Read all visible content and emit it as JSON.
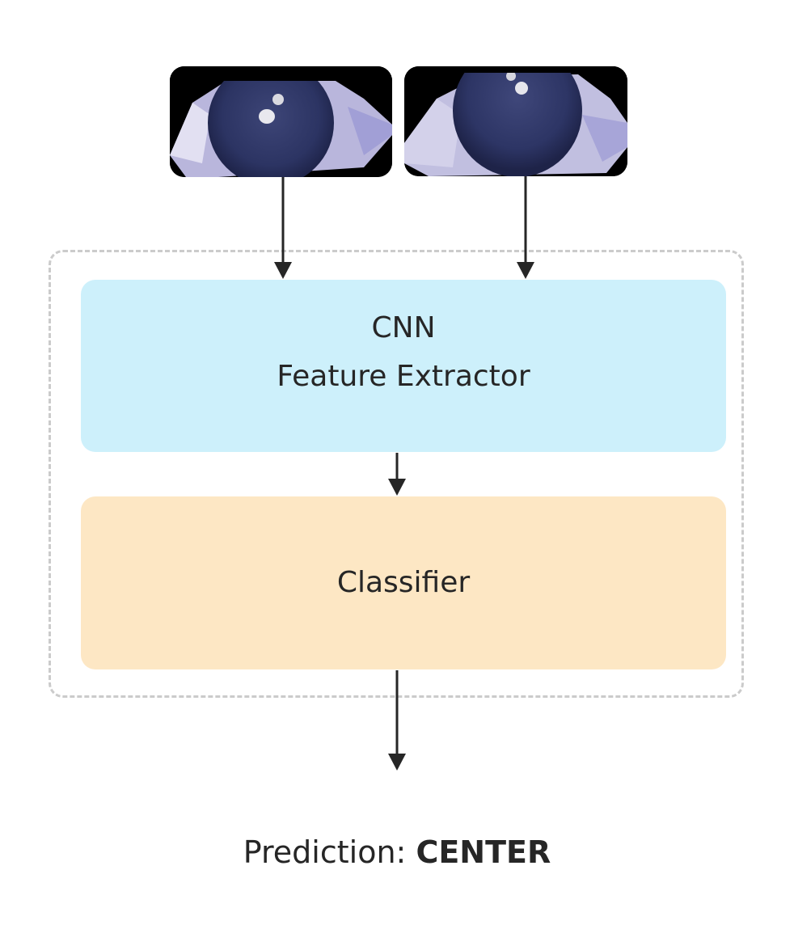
{
  "inputs": {
    "left_eye": {
      "icon": "left-eye-image"
    },
    "right_eye": {
      "icon": "right-eye-image"
    }
  },
  "cnn": {
    "title": "CNN",
    "subtitle": "Feature Extractor",
    "color": "#cdf0fb"
  },
  "classifier": {
    "label": "Classifier",
    "color": "#fde7c4"
  },
  "output": {
    "prefix": "Prediction: ",
    "value": "CENTER"
  }
}
